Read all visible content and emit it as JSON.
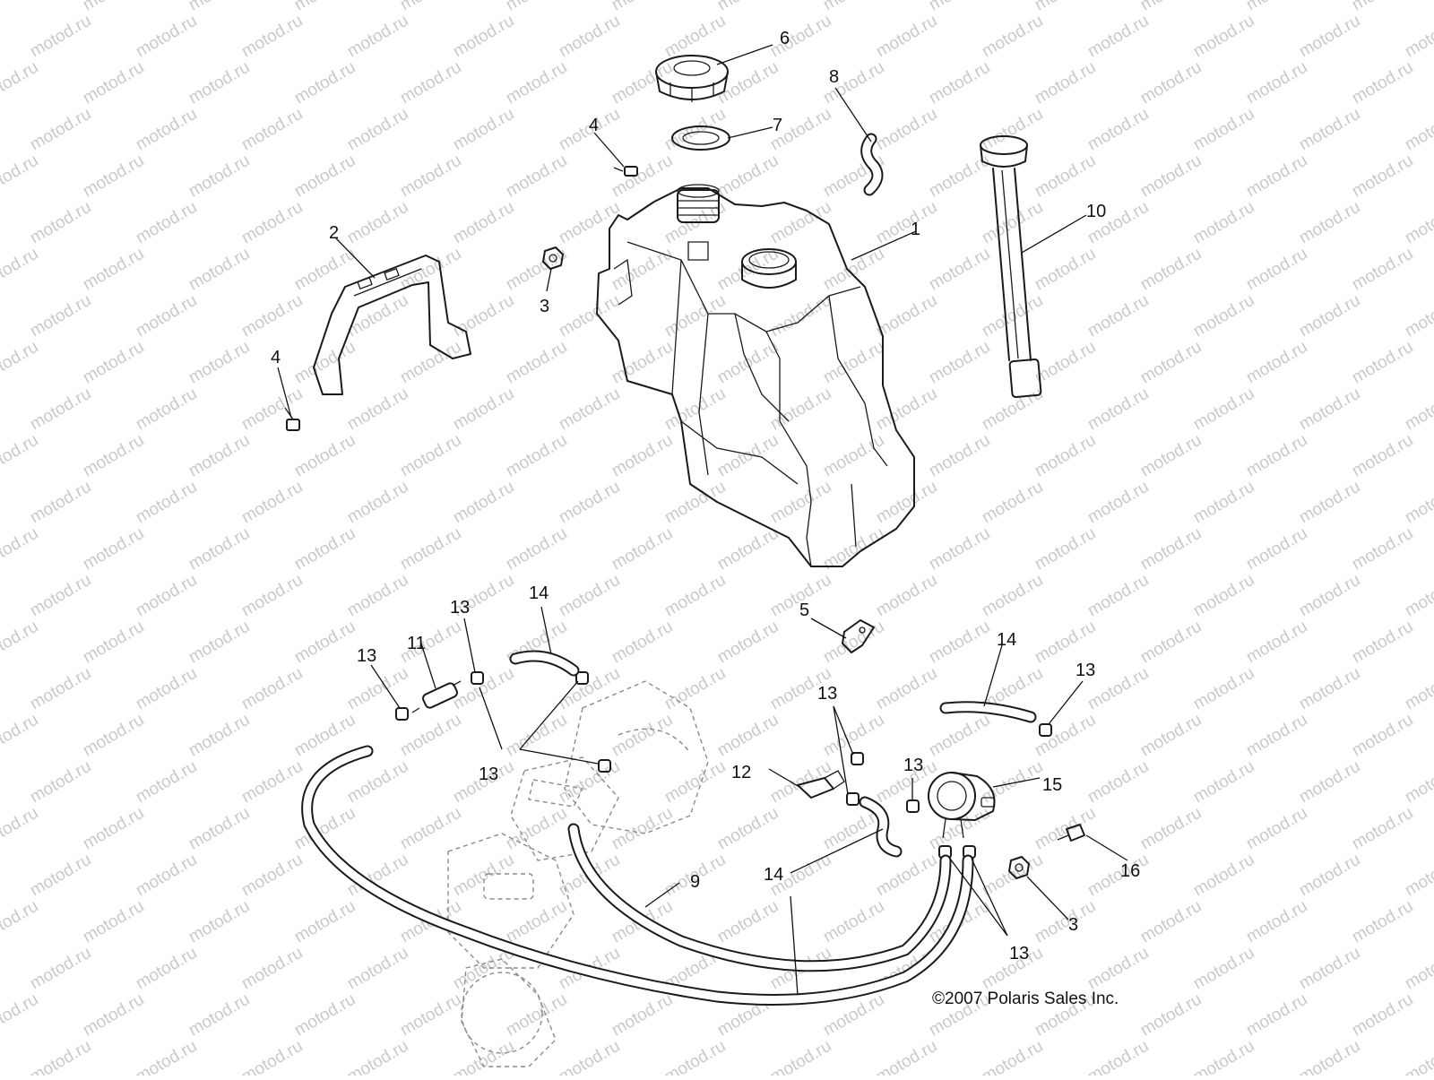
{
  "watermark_text": "motod.ru",
  "copyright": "©2007  Polaris Sales Inc.",
  "callout_labels": {
    "tank": "1",
    "bracket": "2",
    "nut_left": "3",
    "nut_right": "3",
    "bolt_top": "4",
    "bolt_left": "4",
    "clip": "5",
    "cap": "6",
    "gasket": "7",
    "vent_hose": "8",
    "fuel_line": "9",
    "sender": "10",
    "filter": "11",
    "fitting": "12",
    "clamp_a": "13",
    "clamp_b": "13",
    "clamp_c": "13",
    "clamp_d": "13",
    "clamp_e": "13",
    "clamp_f": "13",
    "clamp_g": "13",
    "hose_left": "14",
    "hose_right": "14",
    "hose_bottom": "14",
    "pump": "15",
    "pump_bolt": "16"
  }
}
